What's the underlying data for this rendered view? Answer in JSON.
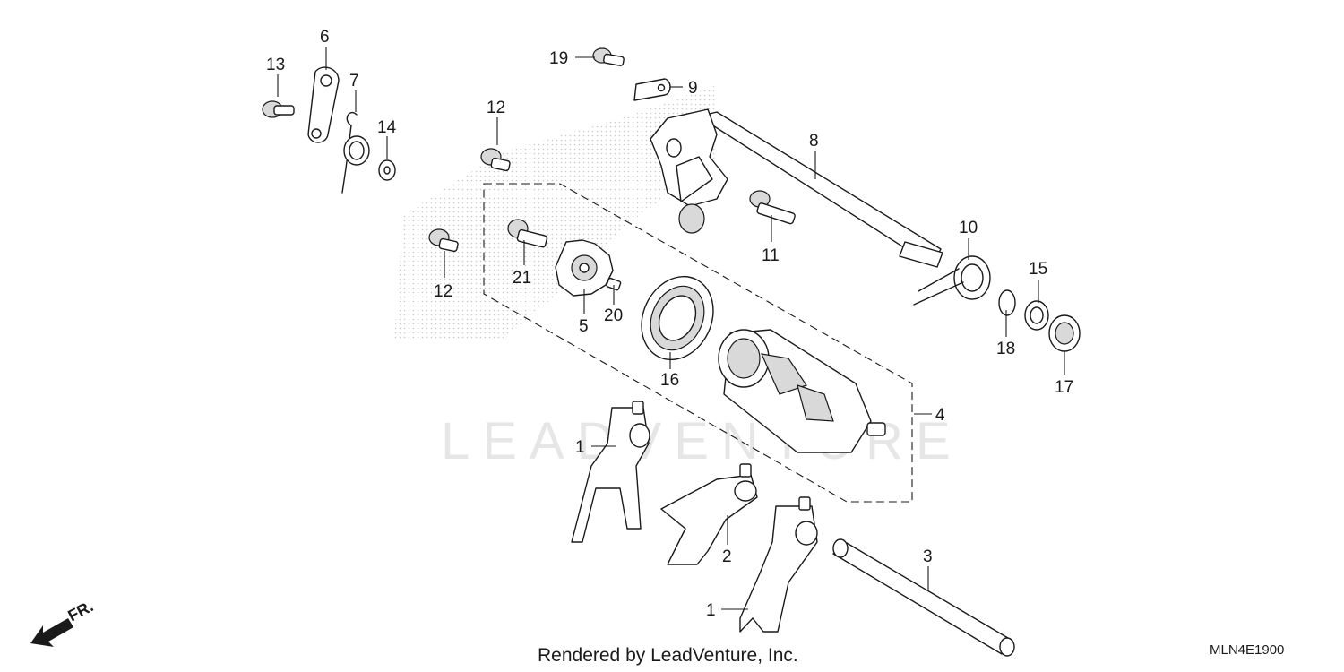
{
  "diagram": {
    "watermark": "LEADVENTURE",
    "footer_text": "Rendered by LeadVenture, Inc.",
    "diagram_code": "MLN4E1900",
    "direction_label": "FR.",
    "callouts": {
      "c1a": "1",
      "c1b": "1",
      "c2": "2",
      "c3": "3",
      "c4": "4",
      "c5": "5",
      "c6": "6",
      "c7": "7",
      "c8": "8",
      "c9": "9",
      "c10": "10",
      "c11": "11",
      "c12a": "12",
      "c12b": "12",
      "c13": "13",
      "c14": "14",
      "c15": "15",
      "c16": "16",
      "c17": "17",
      "c18": "18",
      "c19": "19",
      "c20": "20",
      "c21": "21"
    }
  }
}
